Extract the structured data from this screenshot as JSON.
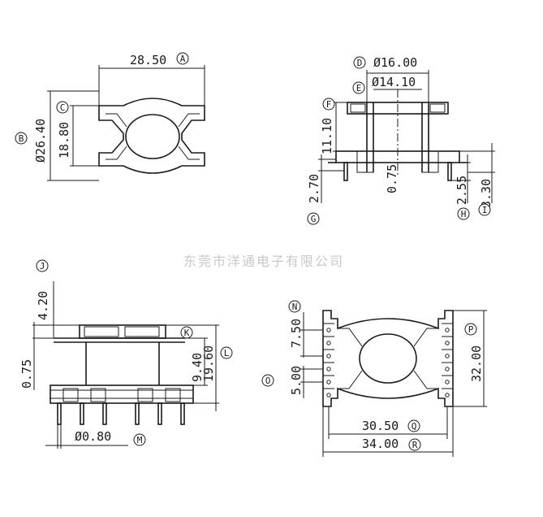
{
  "watermark": "东莞市洋通电子有限公司",
  "dimensions": {
    "A": "28.50",
    "B": "Ø26.40",
    "C": "18.80",
    "D": "Ø16.00",
    "E": "Ø14.10",
    "F": "11.10",
    "G": "2.70",
    "center_gap": "0.75",
    "H": "2.55",
    "I": "3.30",
    "J": "4.20",
    "K": "9.40",
    "L": "19.60",
    "side_gap": "0.75",
    "M": "Ø0.80",
    "N": "7.50",
    "O": "5.00",
    "P": "32.00",
    "Q": "30.50",
    "R": "34.00"
  },
  "tags": [
    "A",
    "B",
    "C",
    "D",
    "E",
    "F",
    "G",
    "H",
    "I",
    "J",
    "K",
    "L",
    "M",
    "N",
    "O",
    "P",
    "Q",
    "R"
  ],
  "colors": {
    "line": "#1a1a1a",
    "watermark": "#c8c8c8",
    "background": "#ffffff"
  }
}
